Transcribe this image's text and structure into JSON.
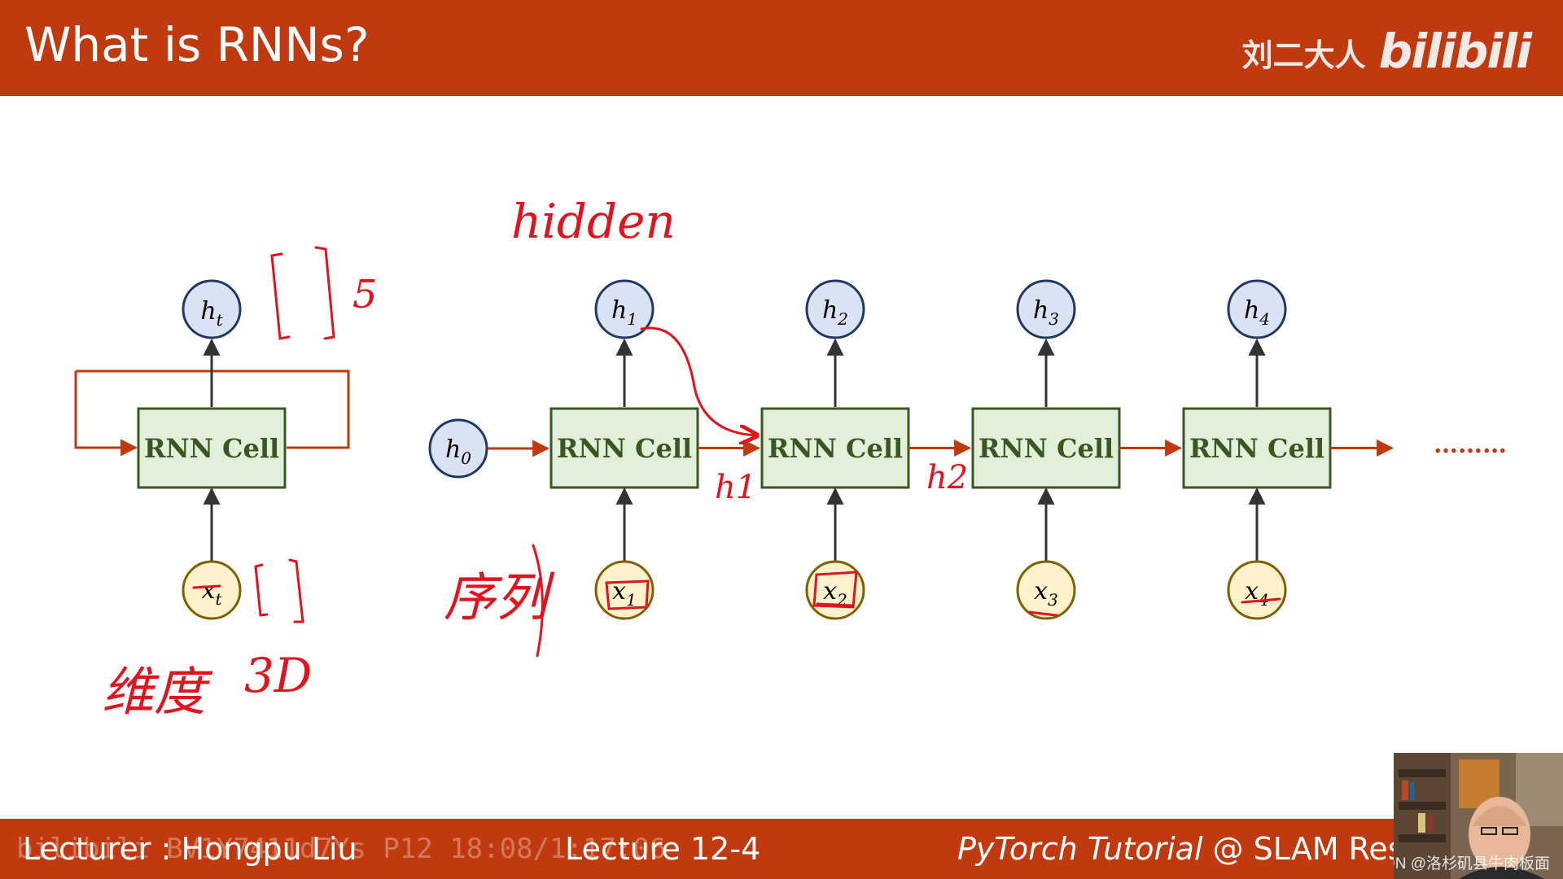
{
  "header": {
    "title": "What is RNNs?",
    "author": "刘二大人",
    "logo": "bilibili"
  },
  "diagram": {
    "cell_label": "RNN Cell",
    "loop_output": {
      "base": "h",
      "sub": "t"
    },
    "loop_input": {
      "base": "x",
      "sub": "t"
    },
    "initial_hidden": {
      "base": "h",
      "sub": "0"
    },
    "outputs": [
      {
        "base": "h",
        "sub": "1"
      },
      {
        "base": "h",
        "sub": "2"
      },
      {
        "base": "h",
        "sub": "3"
      },
      {
        "base": "h",
        "sub": "4"
      }
    ],
    "inputs": [
      {
        "base": "x",
        "sub": "1"
      },
      {
        "base": "x",
        "sub": "2"
      },
      {
        "base": "x",
        "sub": "3"
      },
      {
        "base": "x",
        "sub": "4"
      }
    ],
    "ellipsis": "………"
  },
  "annotations": {
    "hidden": "hidden",
    "five": "5",
    "three_d": "3D",
    "h1": "h1",
    "h2": "h2",
    "sequence": "序列",
    "dimension": "维度"
  },
  "footer": {
    "lecturer": "Lecturer : Hongpu Liu",
    "lecture": "Lecture 12-4",
    "course_italic": "PyTorch Tutorial",
    "course_rest": " @ SLAM Resea",
    "watermark": "bilibili  BV1Y7411d7Ys  P12  18:08/1:17:06"
  },
  "overlay": {
    "csdn": "CSDN @洛杉矶县牛肉板面"
  },
  "colors": {
    "brand_red": "#c0390f",
    "cell_fill": "#e2f0d9",
    "cell_stroke": "#385723",
    "hidden_fill": "#dae3f3",
    "hidden_stroke": "#203864",
    "input_fill": "#fff2cc",
    "input_stroke": "#7f6000",
    "arrow_red": "#c0390f",
    "ink_red": "#e0141e"
  }
}
